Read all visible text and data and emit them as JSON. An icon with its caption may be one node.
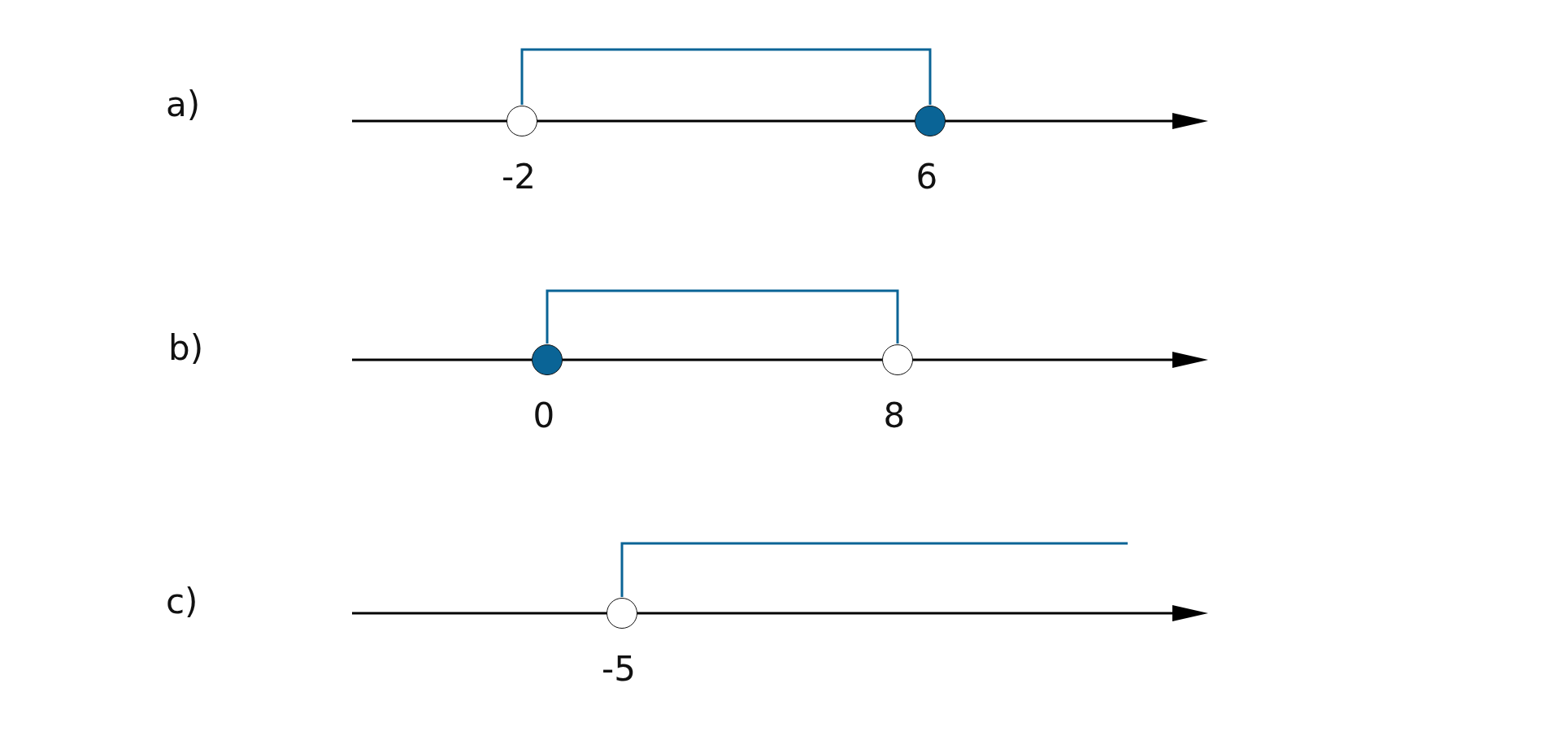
{
  "diagram": {
    "nodes": [
      {
        "text": [],
        "shape": "circle",
        "beside": [
          "-2"
        ]
      },
      {
        "text": [],
        "shape": "dot",
        "beside": [
          "6"
        ]
      },
      {
        "text": [],
        "shape": "dot",
        "beside": [
          "0"
        ]
      },
      {
        "text": [],
        "shape": "circle",
        "beside": [
          "8"
        ]
      },
      {
        "text": [],
        "shape": "circle",
        "beside": [
          "-5"
        ]
      }
    ],
    "edges": [
      {
        "from": 0,
        "to": 1,
        "arrow": "none"
      },
      {
        "from": 2,
        "to": 3,
        "arrow": "none"
      },
      {
        "from": 4,
        "to": null,
        "arrow": "none"
      }
    ],
    "labels": [
      "a)",
      "b)",
      "c)"
    ]
  }
}
